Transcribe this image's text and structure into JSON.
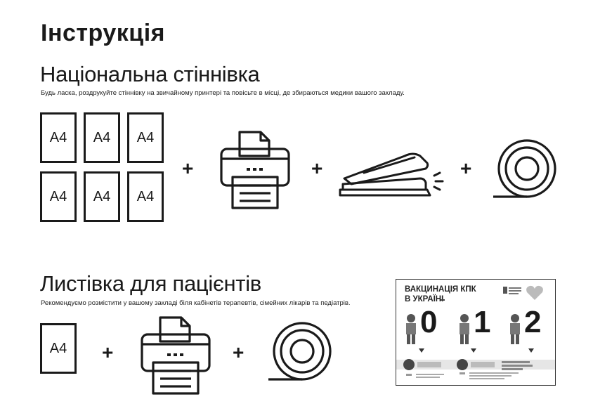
{
  "title": "Інструкція",
  "poster": {
    "heading": "Національна стіннівка",
    "description": "Будь ласка, роздрукуйте стіннівку на звичайному принтері та повісьте в місці, де збираються медики вашого закладу.",
    "sheets": [
      "A4",
      "A4",
      "A4",
      "A4",
      "A4",
      "A4"
    ],
    "plus": [
      "+",
      "+",
      "+"
    ],
    "icons": [
      "printer-icon",
      "stapler-icon",
      "tape-icon"
    ]
  },
  "leaflet": {
    "heading": "Листівка для пацієнтів",
    "description": "Рекомендуємо розмістити у вашому закладі біля кабінетів терапевтів, сімейних лікарів та педіатрів.",
    "sheets": [
      "A4"
    ],
    "plus": [
      "+",
      "+"
    ],
    "icons": [
      "printer-icon",
      "tape-icon"
    ]
  },
  "flyer_preview": {
    "title_line1": "ВАКЦИНАЦІЯ КПК",
    "title_line2": "В УКРАЇНІ",
    "numbers": [
      "0",
      "1",
      "2"
    ]
  }
}
